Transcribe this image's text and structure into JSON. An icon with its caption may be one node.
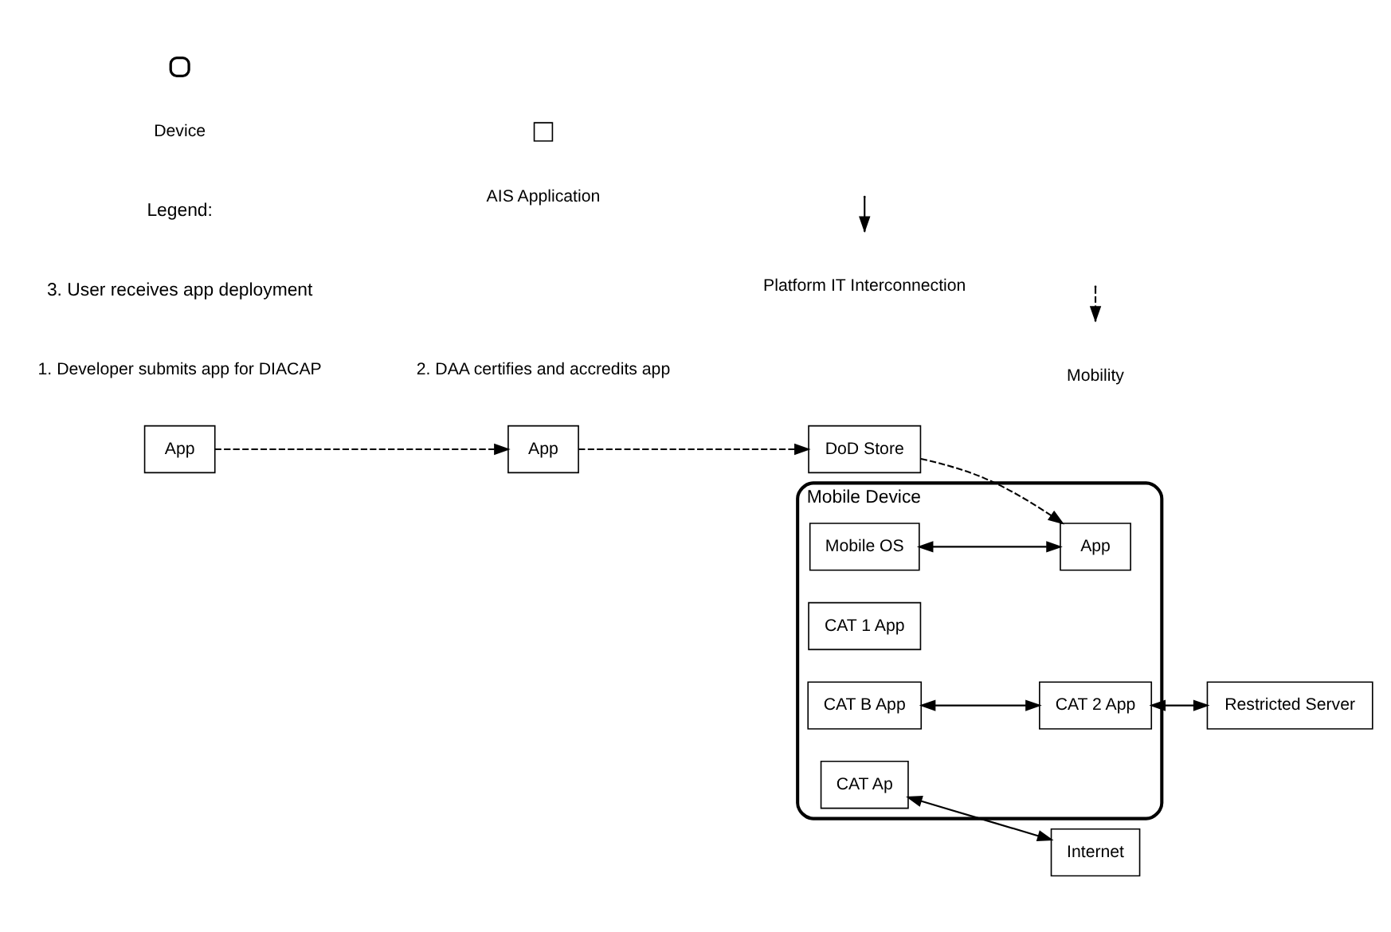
{
  "diagram": {
    "nodes": [
      {
        "text": [
          "App"
        ],
        "beside": [
          "1. Developer submits app for DIACAP"
        ]
      },
      {
        "text": [
          "App"
        ],
        "beside": [
          "2. DAA certifies and accredits app"
        ]
      },
      {
        "text": [
          "DoD Store"
        ]
      },
      {
        "text": [
          "Mobile Device"
        ]
      },
      {
        "text": [
          "Mobile OS"
        ],
        "in": 3
      },
      {
        "text": [
          "CAT 1 App"
        ],
        "in": 3
      },
      {
        "text": [
          "App"
        ],
        "in": 3
      },
      {
        "text": [
          "CAT 2 App"
        ],
        "in": 3
      },
      {
        "text": [
          "CAT B App"
        ],
        "in": 3
      },
      {
        "text": [
          "CAT Ap"
        ],
        "in": 3
      },
      {
        "text": [
          "Restricted Server"
        ]
      },
      {
        "text": [
          "Internet"
        ]
      }
    ],
    "edges": [
      {
        "from": 0,
        "to": 1,
        "arrow": "to",
        "style": "dashed"
      },
      {
        "from": 1,
        "to": 2,
        "arrow": "to",
        "style": "dashed"
      },
      {
        "from": 2,
        "to": 6,
        "arrow": "to",
        "style": "dashed"
      },
      {
        "from": 4,
        "to": 6,
        "arrow": "both"
      },
      {
        "from": 8,
        "to": 7,
        "arrow": "both"
      },
      {
        "from": 7,
        "to": 10,
        "arrow": "both"
      },
      {
        "from": 9,
        "to": 11,
        "arrow": "both"
      }
    ],
    "labels": [
      "3. User receives app deployment",
      "Legend:"
    ],
    "legend": [
      {
        "text": "Device"
      },
      {
        "text": "AIS Application"
      },
      {
        "text": "Platform IT Interconnection"
      },
      {
        "text": "Mobility"
      }
    ]
  }
}
